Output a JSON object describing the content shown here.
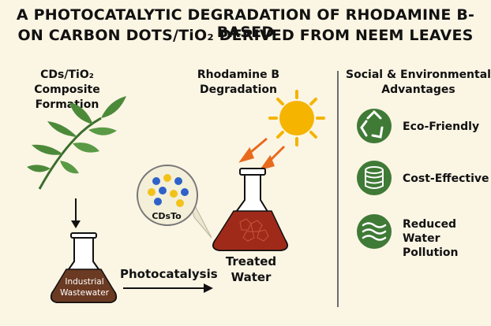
{
  "title": {
    "line1": "A PHOTOCATALYTIC DEGRADATION OF RHODAMINE B-BASED",
    "line2": "ON CARBON DOTS/TiO₂ DERIVED FROM NEEM LEAVES"
  },
  "sections": {
    "composite": "CDs/TiO₂ Composite Formation",
    "degradation": "Rhodamine B Degradation",
    "advantages": "Social & Environmental Advantages"
  },
  "labels": {
    "wastewater": "Industrial Wastewater",
    "cds": "CDsTo",
    "photocatalysis": "Photocatalysis",
    "treated": "Treated Water"
  },
  "advantages": [
    {
      "label": "Eco-Friendly",
      "icon": "recycle-icon"
    },
    {
      "label": "Cost-Effective",
      "icon": "coin-stack-icon"
    },
    {
      "label": "Reduced Water Pollution",
      "icon": "water-waves-icon"
    }
  ],
  "colors": {
    "leaf": "#4c8a3a",
    "icon_green": "#3f7a36",
    "wastewater": "#6b3a22",
    "treated_water": "#a02a1a",
    "sun": "#f4b400",
    "arrow_orange": "#e86a1c",
    "dot_blue": "#2e62c9",
    "dot_yellow": "#f2c21b"
  }
}
